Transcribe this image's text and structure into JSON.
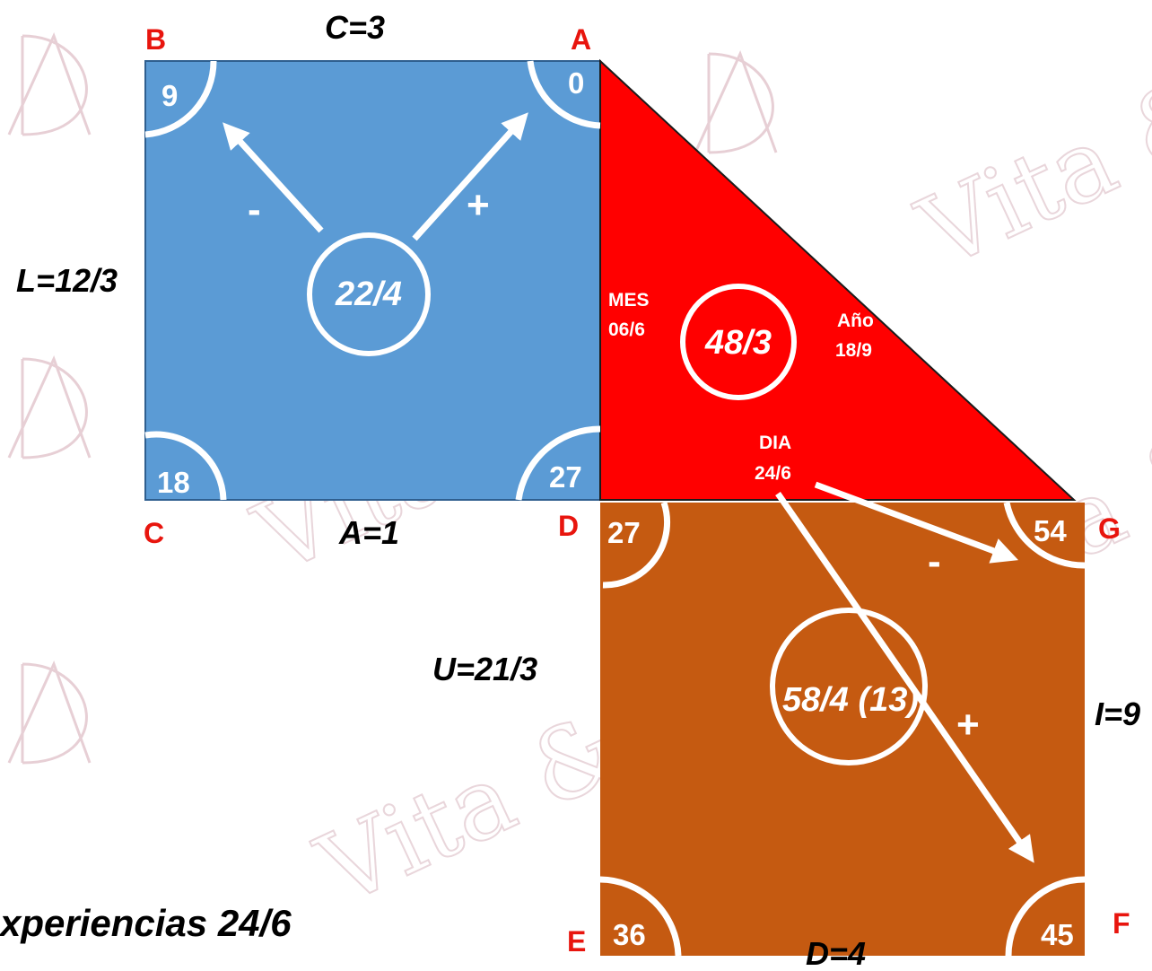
{
  "vertices": {
    "A": "A",
    "B": "B",
    "C": "C",
    "D": "D",
    "E": "E",
    "F": "F",
    "G": "G"
  },
  "sides": {
    "top": "C=3",
    "left": "L=12/3",
    "bottom_blue": "A=1",
    "left_orange": "U=21/3",
    "right_orange": "I=9",
    "bottom_orange": "D=4"
  },
  "blue_square": {
    "center": "22/4",
    "corners": {
      "top_left": "9",
      "top_right": "0",
      "bottom_left": "18",
      "bottom_right": "27"
    },
    "minus": "-",
    "plus": "+"
  },
  "red_triangle": {
    "center": "48/3",
    "mes_label": "MES",
    "mes_value": "06/6",
    "ano_label": "Año",
    "ano_value": "18/9",
    "dia_label": "DIA",
    "dia_value": "24/6"
  },
  "orange_square": {
    "center": "58/4 (13)",
    "corners": {
      "top_left": "27",
      "top_right": "54",
      "bottom_left": "36",
      "bottom_right": "45"
    },
    "minus": "-",
    "plus": "+"
  },
  "caption": "xperiencias 24/6",
  "watermark": "Vita & Via",
  "colors": {
    "blue": "#5b9bd5",
    "red": "#ff0000",
    "orange": "#c55a11",
    "label_red": "#e8150e"
  }
}
